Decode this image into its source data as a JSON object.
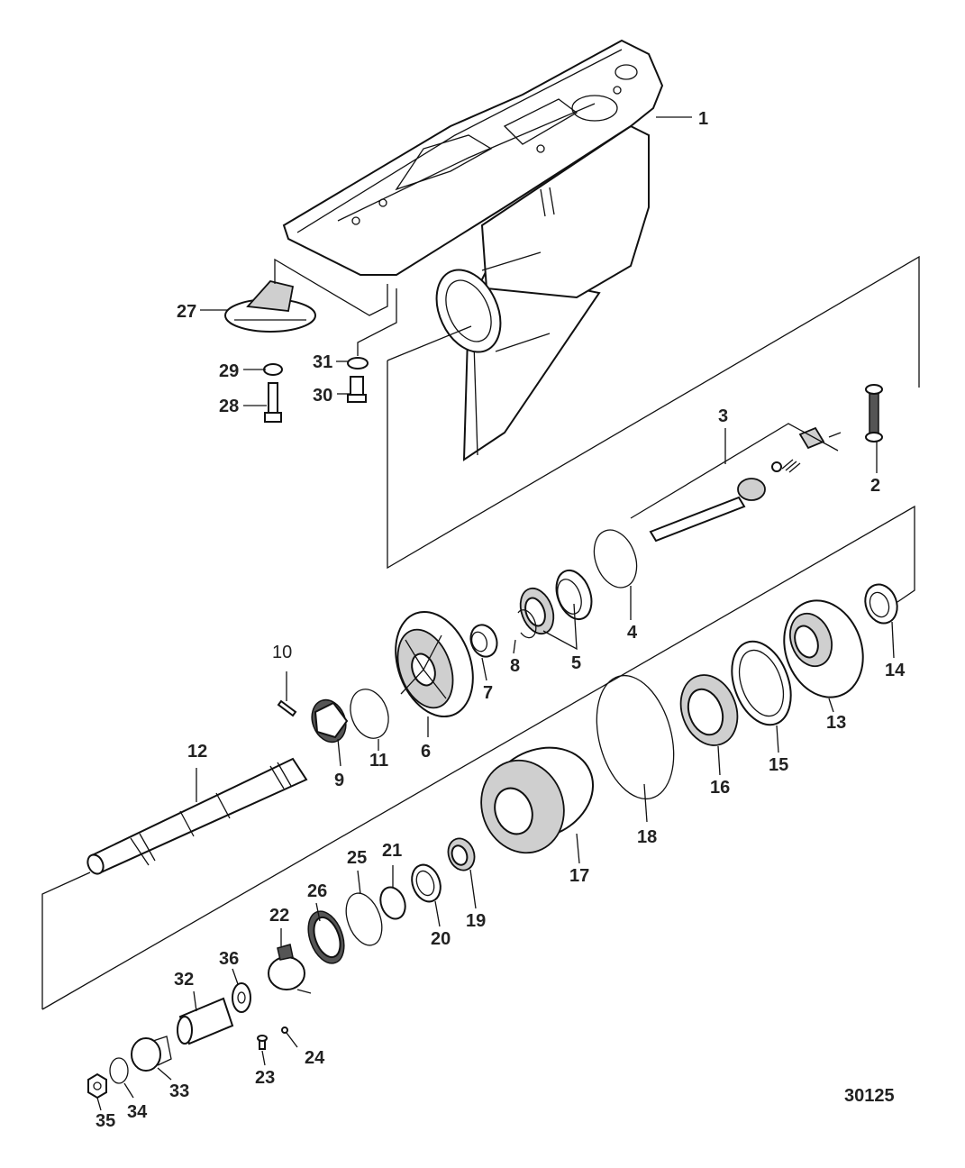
{
  "callouts": {
    "c1": "1",
    "c2": "2",
    "c3": "3",
    "c4": "4",
    "c5": "5",
    "c6": "6",
    "c7": "7",
    "c8": "8",
    "c9": "9",
    "c10": "10",
    "c11": "11",
    "c12": "12",
    "c13": "13",
    "c14": "14",
    "c15": "15",
    "c16": "16",
    "c17": "17",
    "c18": "18",
    "c19": "19",
    "c20": "20",
    "c21": "21",
    "c22": "22",
    "c23": "23",
    "c24": "24",
    "c25": "25",
    "c26": "26",
    "c27": "27",
    "c28": "28",
    "c29": "29",
    "c30": "30",
    "c31": "31",
    "c32": "32",
    "c33": "33",
    "c34": "34",
    "c35": "35",
    "c36": "36"
  },
  "reference_number": "30125"
}
